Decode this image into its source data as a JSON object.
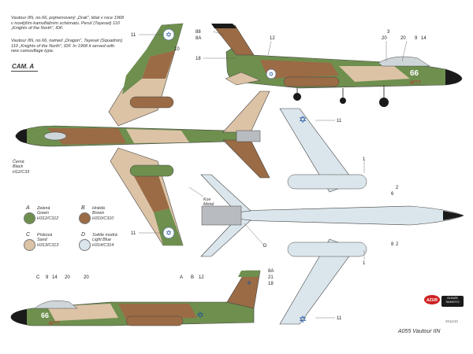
{
  "description_cz": "Vautour IIN, no.66, pojmenovaný „Drak\", létal v roce 1968\nv novějším kamuflážním schématu. Peruť (Tayeset) 110\n„Knights of the North\", IDF.",
  "description_en": "Vautour IIN, no.66, named „Dragon\", Tayeset (Squadron)\n110 „Knights of the North\", IDF. In 1968 it served with\nnew camouflage type.",
  "camo_label": "CAM. A",
  "legend": [
    {
      "letter": "A",
      "text": "Zelená\nGreen\nH312/C312",
      "color": "#6e8f4e"
    },
    {
      "letter": "B",
      "text": "Hnědá\nBrown\nH310/C310",
      "color": "#9a6b45"
    },
    {
      "letter": "C",
      "text": "Písková\nSand\nH313/C313",
      "color": "#dcc3a6"
    },
    {
      "letter": "D",
      "text": "Světle modrá\nLight Blue\nH314/C314",
      "color": "#dbe6ec"
    }
  ],
  "black_label": "Černá\nBlack\nH12/C33",
  "metal_label": "Kov\nMetal",
  "callouts": [
    "11",
    "10",
    "88",
    "8A",
    "12",
    "18",
    "3",
    "20",
    "20",
    "9",
    "14",
    "1",
    "6",
    "2",
    "8",
    "2",
    "1",
    "D",
    "11",
    "11",
    "11",
    "C",
    "9",
    "14",
    "20",
    "20",
    "A",
    "B",
    "12",
    "8A",
    "21",
    "18"
  ],
  "aircraft_number": "66",
  "aircraft_script": "דרקון",
  "logo_text": "GUNZE\nSANGYO",
  "logo_azur": "AZUR",
  "product_title": "A055 Vautour IIN",
  "date": "2011/10",
  "colors": {
    "green": "#6e8f4e",
    "brown": "#9a6b45",
    "sand": "#dcc3a6",
    "lightblue": "#dbe6ec",
    "metal": "#b8bcc0",
    "black": "#1a1a1a",
    "insignia_blue": "#1d4fa0"
  }
}
